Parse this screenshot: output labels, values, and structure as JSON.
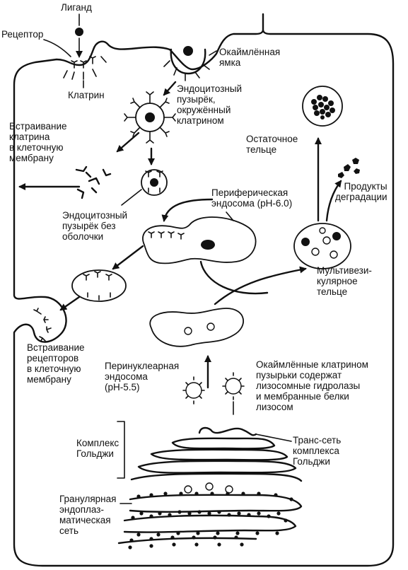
{
  "labels": {
    "ligand": "Лиганд",
    "receptor": "Рецептор",
    "clathrin": "Клатрин",
    "coated_pit": "Окаймлённая\nямка",
    "endocytic_vesicle_coated": "Эндоцитозный\nпузырёк,\nокружённый\nклатрином",
    "clathrin_insertion": "Встраивание\nклатрина\nв клеточную\nмембрану",
    "residual_body": "Остаточное\nтельце",
    "degradation_products": "Продукты\nдеградации",
    "peripheral_endosome": "Периферическая\nэндосома (рН-6.0)",
    "uncoated_vesicle": "Эндоцитозный\nпузырёк без\nоболочки",
    "multivesicular_body": "Мультивези-\nкулярное\nтельце",
    "receptor_insertion": "Встраивание\nрецепторов\nв клеточную\nмембрану",
    "perinuclear_endosome": "Перинуклеарная\nэндосома\n(рН-5.5)",
    "clathrin_vesicles_lysosomal": "Окаймлённые клатрином\nпузырьки содержат\nлизосомные гидролазы\nи мембранные белки\nлизосом",
    "golgi_complex": "Комплекс\nГольджи",
    "trans_golgi_network": "Транс-сеть\nкомплекса\nГольджи",
    "granular_er": "Гранулярная\nэндоплаз-\nматическая\nсеть"
  },
  "colors": {
    "ink": "#111111",
    "background": "#ffffff"
  }
}
